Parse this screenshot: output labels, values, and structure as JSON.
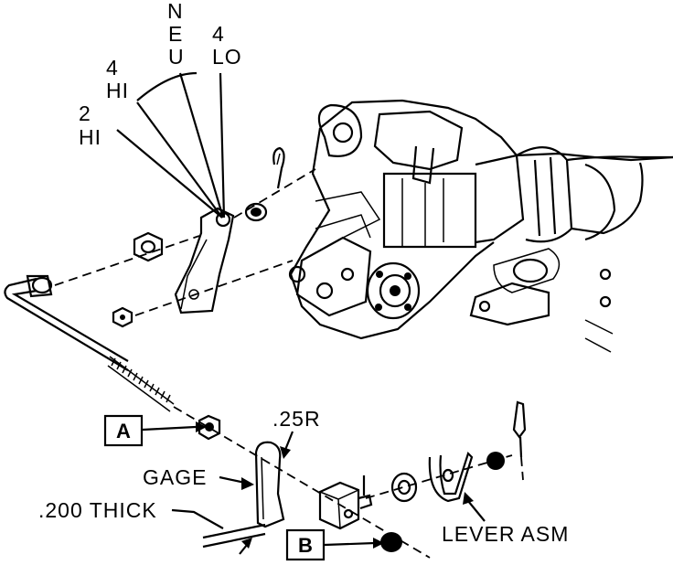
{
  "shift_positions": {
    "neu_letters": [
      "N",
      "E",
      "U"
    ],
    "lo4_number": "4",
    "lo4_text": "LO",
    "hi4_number": "4",
    "hi4_text": "HI",
    "hi2_number": "2",
    "hi2_text": "HI"
  },
  "callouts": {
    "a_label": "A",
    "b_label": "B",
    "radius": ".25R",
    "gage": "GAGE",
    "thickness": ".200 THICK",
    "lever": "LEVER ASM"
  },
  "colors": {
    "ink": "#000000",
    "paper": "#ffffff"
  }
}
